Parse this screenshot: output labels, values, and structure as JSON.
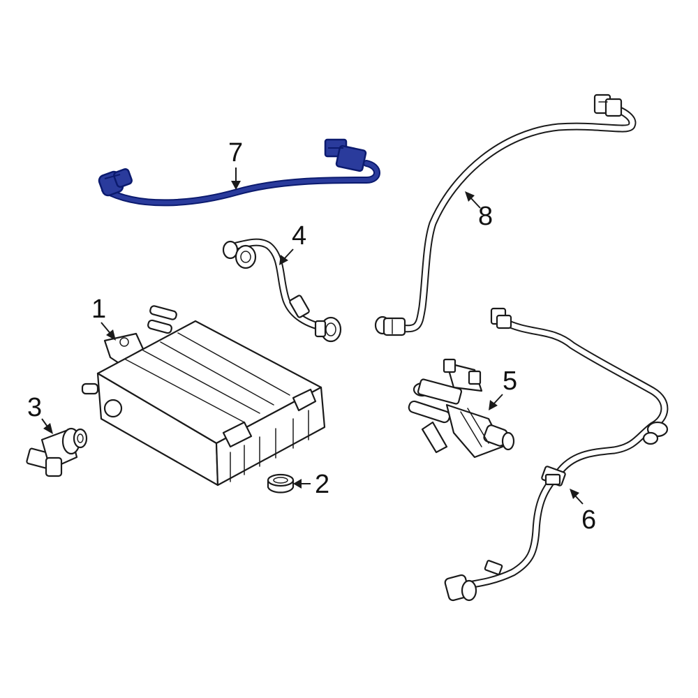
{
  "colors": {
    "highlight": "#2a3b9c",
    "highlight_dark": "#0b1a6e",
    "line": "#1a1a1a",
    "background": "#ffffff"
  },
  "callouts": [
    {
      "id": "1",
      "label": "1"
    },
    {
      "id": "2",
      "label": "2"
    },
    {
      "id": "3",
      "label": "3"
    },
    {
      "id": "4",
      "label": "4"
    },
    {
      "id": "5",
      "label": "5"
    },
    {
      "id": "6",
      "label": "6"
    },
    {
      "id": "7",
      "label": "7"
    },
    {
      "id": "8",
      "label": "8"
    }
  ],
  "highlighted_part": "7"
}
